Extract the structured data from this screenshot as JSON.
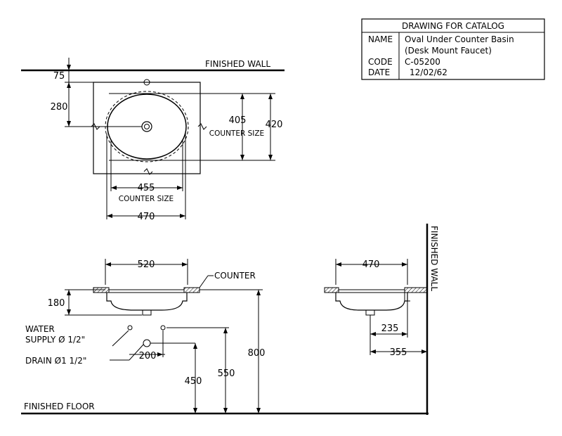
{
  "title_block": {
    "header": "DRAWING FOR CATALOG",
    "rows": [
      {
        "label": "NAME",
        "value": "Oval Under Counter Basin"
      },
      {
        "label": "",
        "value": "(Desk Mount Faucet)"
      },
      {
        "label": "CODE",
        "value": "C-05200"
      },
      {
        "label": "DATE",
        "value": "12/02/62"
      }
    ]
  },
  "labels": {
    "finished_wall_top": "FINISHED  WALL",
    "finished_wall_side": "FINISHED WALL",
    "finished_floor": "FINISHED  FLOOR",
    "counter": "COUNTER",
    "counter_size": "COUNTER SIZE",
    "water_supply_1": "WATER",
    "water_supply_2": "SUPPLY  Ø 1/2\"",
    "drain": "DRAIN  Ø1 1/2\""
  },
  "dimensions": {
    "plan_75": "75",
    "plan_280": "280",
    "plan_405": "405",
    "plan_420": "420",
    "plan_455": "455",
    "plan_470": "470",
    "front_520": "520",
    "front_180": "180",
    "front_200": "200",
    "front_450": "450",
    "front_550": "550",
    "front_800": "800",
    "side_470": "470",
    "side_235": "235",
    "side_355": "355"
  }
}
